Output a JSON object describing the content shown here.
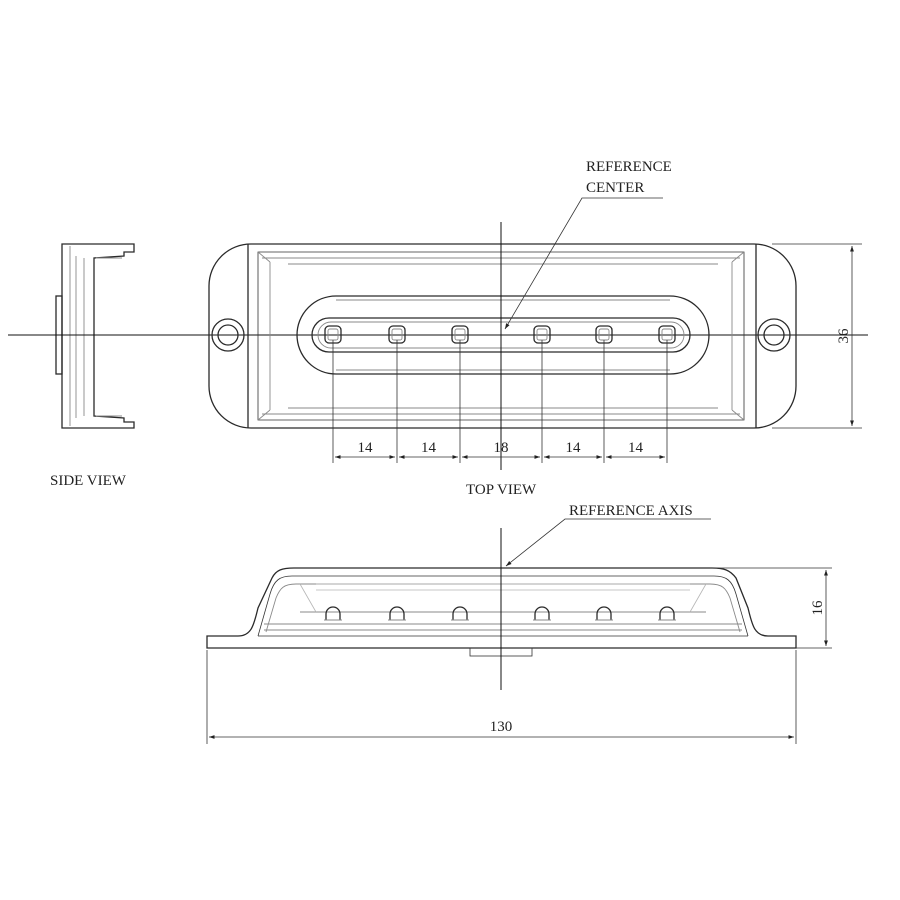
{
  "labels": {
    "reference_center_line1": "REFERENCE",
    "reference_center_line2": "CENTER",
    "reference_axis": "REFERENCE AXIS",
    "side_view": "SIDE VIEW",
    "top_view": "TOP VIEW"
  },
  "dimensions": {
    "led_spacing": [
      "14",
      "14",
      "18",
      "14",
      "14"
    ],
    "height_top": "36",
    "height_front": "16",
    "overall_width": "130"
  },
  "led_count": 6
}
